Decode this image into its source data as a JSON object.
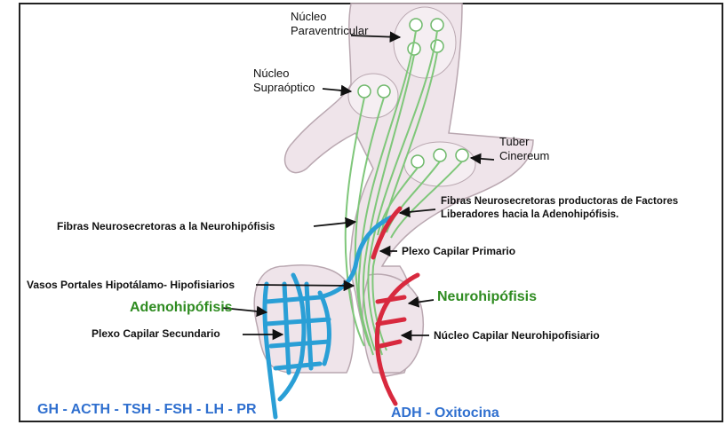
{
  "labels": {
    "nucleo_paraventricular": [
      "Núcleo",
      "Paraventricular"
    ],
    "nucleo_supraoptico": [
      "Núcleo",
      "Supraóptico"
    ],
    "tuber_cinereum": [
      "Tuber",
      "Cinereum"
    ],
    "fibras_factores": [
      "Fibras Neurosecretoras productoras de Factores",
      "Liberadores hacia la Adenohipófisis."
    ],
    "fibras_neurohipofisis": "Fibras Neurosecretoras a la Neurohipófisis",
    "plexo_primario": "Plexo Capilar Primario",
    "vasos_portales": "Vasos Portales Hipotálamo- Hipofisiarios",
    "neurohipofisis": "Neurohipófisis",
    "adenohipofisis": "Adenohipófisis",
    "plexo_secundario": "Plexo Capilar Secundario",
    "nucleo_capilar": "Núcleo Capilar Neurohipofisiario",
    "hormonas_adeno": "GH - ACTH - TSH - FSH - LH - PR",
    "hormonas_neuro": "ADH - Oxitocina"
  },
  "colors": {
    "tissue": "#efe4ea",
    "tissue_edge": "#b9a7b0",
    "fiber": "#7fc77a",
    "vessel_blue": "#2a9fd6",
    "vessel_red": "#d8293e",
    "green_text": "#2e8b20",
    "blue_text": "#2f6fcf"
  }
}
